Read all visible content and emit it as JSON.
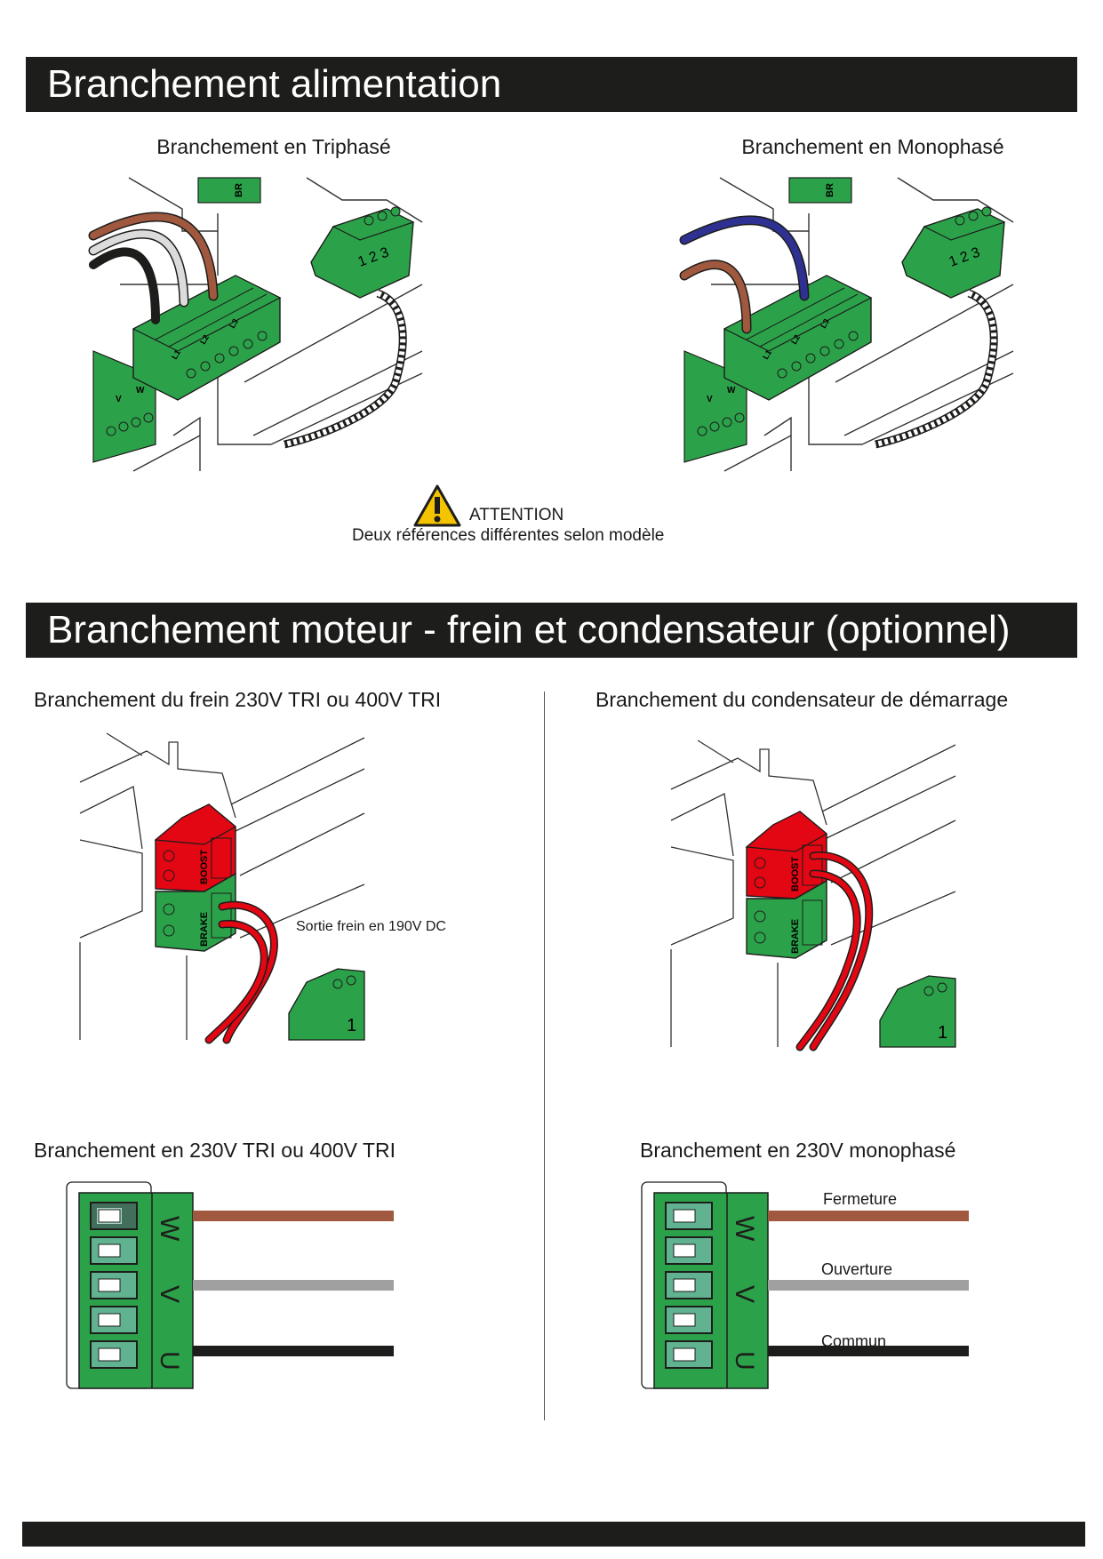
{
  "section_power": {
    "title": "Branchement alimentation",
    "three_phase": {
      "caption": "Branchement en Triphasé",
      "block_top_label": "BR",
      "terminal_labels": [
        "L1",
        "L2",
        "L3"
      ],
      "side_terminal_labels": [
        "V",
        "W"
      ],
      "plug_numbers": "1 2 3"
    },
    "single_phase": {
      "caption": "Branchement en Monophasé",
      "block_top_label": "BR",
      "terminal_labels": [
        "L1",
        "L2",
        "L3"
      ],
      "side_terminal_labels": [
        "V",
        "W"
      ],
      "plug_numbers": "1 2 3"
    },
    "warning": {
      "icon": "warning-triangle-icon",
      "title": "ATTENTION",
      "text": "Deux références différentes selon modèle"
    }
  },
  "section_motor": {
    "title": "Branchement moteur - frein et condensateur (optionnel)",
    "brake": {
      "caption": "Branchement du frein 230V TRI ou 400V TRI",
      "boost_label": "BOOST",
      "brake_label": "BRAKE",
      "note": "Sortie frein en 190V DC",
      "corner_number": "1"
    },
    "capacitor": {
      "caption": "Branchement du condensateur de démarrage",
      "boost_label": "BOOST",
      "brake_label": "BRAKE",
      "corner_number": "1"
    },
    "tri": {
      "caption": "Branchement en 230V TRI ou 400V TRI",
      "terminals": [
        "W",
        "V",
        "U"
      ]
    },
    "mono": {
      "caption": "Branchement en 230V monophasé",
      "terminals": [
        "W",
        "V",
        "U"
      ],
      "wires": [
        "Fermeture",
        "Ouverture",
        "Commun"
      ]
    }
  },
  "colors": {
    "green": "#2ba24a",
    "red": "#e30613",
    "brown": "#a0583e",
    "grey": "#a0a0a0",
    "black": "#1d1d1b",
    "blue": "#2e3192"
  }
}
